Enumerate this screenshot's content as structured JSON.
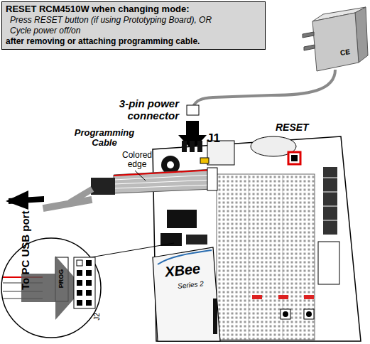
{
  "diagram": {
    "nodes": [
      {
        "text": [
          "RESET RCM4510W when changing mode:",
          "Press RESET button (if using Prototyping Board), OR",
          "Cycle power off/on",
          "after removing or attaching programming cable."
        ]
      }
    ],
    "labels": [
      "3-pin power connector",
      "J1",
      "Programming Cable",
      "Colored edge",
      "RESET",
      "To PC USB port",
      "PROG",
      "J2",
      "XBee",
      "Series 2",
      "CE"
    ]
  }
}
